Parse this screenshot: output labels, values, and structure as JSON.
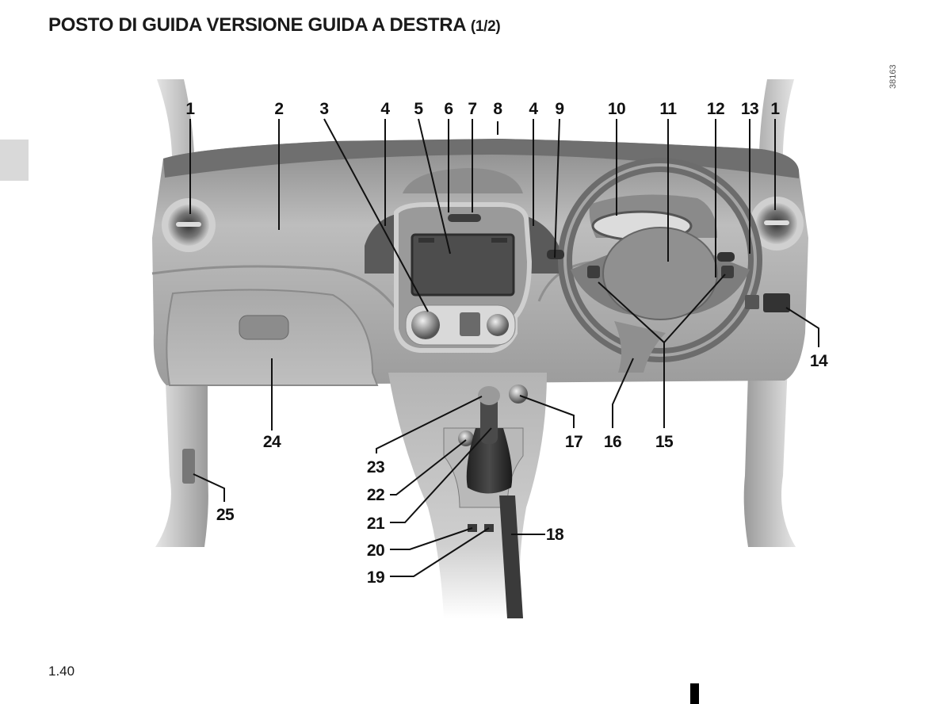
{
  "header": {
    "title": "POSTO DI GUIDA VERSIONE GUIDA A DESTRA",
    "part": "(1/2)"
  },
  "figure_id": "38163",
  "page_number": "1.40",
  "callouts": {
    "c1a": "1",
    "c2": "2",
    "c3": "3",
    "c4a": "4",
    "c5": "5",
    "c6": "6",
    "c7": "7",
    "c8": "8",
    "c4b": "4",
    "c9": "9",
    "c10": "10",
    "c11": "11",
    "c12": "12",
    "c13": "13",
    "c1b": "1",
    "c14": "14",
    "c15": "15",
    "c16": "16",
    "c17": "17",
    "c18": "18",
    "c19": "19",
    "c20": "20",
    "c21": "21",
    "c22": "22",
    "c23": "23",
    "c24": "24",
    "c25": "25"
  }
}
